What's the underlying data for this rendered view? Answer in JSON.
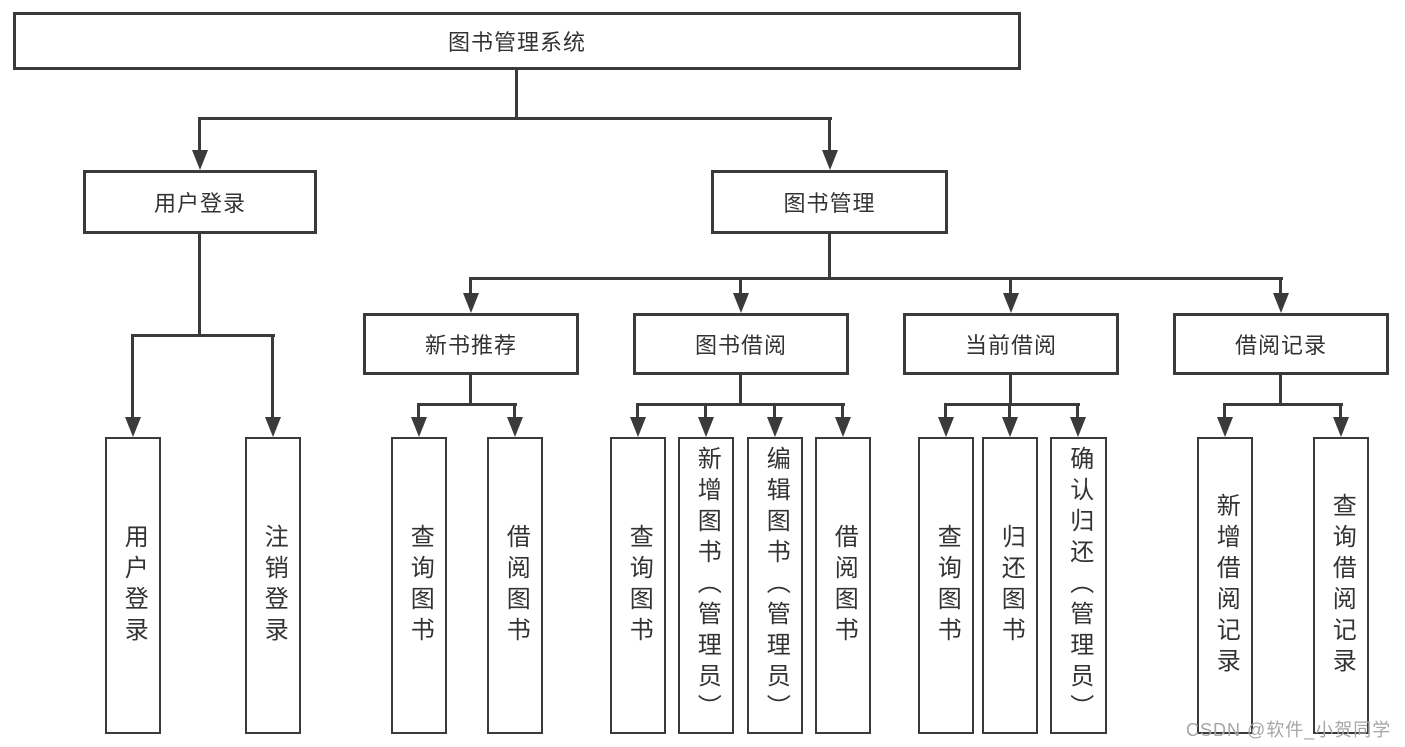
{
  "diagram": {
    "root": {
      "label": "图书管理系统"
    },
    "branches": [
      {
        "label": "用户登录",
        "leaves": [
          "用户登录",
          "注销登录"
        ]
      },
      {
        "label": "图书管理",
        "groups": [
          {
            "label": "新书推荐",
            "leaves": [
              "查询图书",
              "借阅图书"
            ]
          },
          {
            "label": "图书借阅",
            "leaves": [
              "查询图书",
              "新增图书（管理员）",
              "编辑图书（管理员）",
              "借阅图书"
            ]
          },
          {
            "label": "当前借阅",
            "leaves": [
              "查询图书",
              "归还图书",
              "确认归还（管理员）"
            ]
          },
          {
            "label": "借阅记录",
            "leaves": [
              "新增借阅记录",
              "查询借阅记录"
            ]
          }
        ]
      }
    ]
  },
  "watermark": {
    "text": "CSDN @软件_小贺同学"
  },
  "colors": {
    "line": "#3a3a3a",
    "text": "#333333",
    "background": "#ffffff",
    "watermark": "#a6a6a6"
  }
}
